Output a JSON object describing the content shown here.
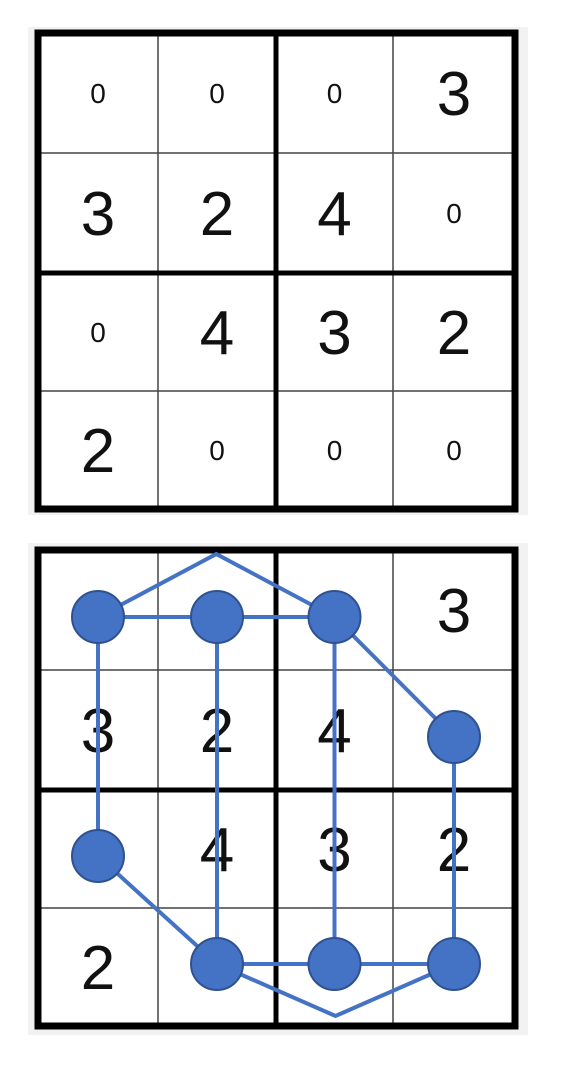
{
  "grid": {
    "size": 4,
    "cells": [
      [
        "0",
        "0",
        "0",
        "3"
      ],
      [
        "3",
        "2",
        "4",
        "0"
      ],
      [
        "0",
        "4",
        "3",
        "2"
      ],
      [
        "2",
        "0",
        "0",
        "0"
      ]
    ]
  },
  "graph_grid": {
    "cells": [
      [
        "",
        "",
        "",
        "3"
      ],
      [
        "3",
        "2",
        "4",
        ""
      ],
      [
        "",
        "4",
        "3",
        "2"
      ],
      [
        "2",
        "",
        "",
        ""
      ]
    ]
  },
  "graph": {
    "nodes": [
      {
        "id": "n1",
        "row": 0,
        "col": 0
      },
      {
        "id": "n2",
        "row": 0,
        "col": 1
      },
      {
        "id": "n3",
        "row": 0,
        "col": 2
      },
      {
        "id": "n4",
        "row": 1,
        "col": 3
      },
      {
        "id": "n5",
        "row": 2,
        "col": 0
      },
      {
        "id": "n6",
        "row": 3,
        "col": 1
      },
      {
        "id": "n7",
        "row": 3,
        "col": 2
      },
      {
        "id": "n8",
        "row": 3,
        "col": 3
      }
    ],
    "edges": [
      [
        "n1",
        "n2"
      ],
      [
        "n2",
        "n3"
      ],
      [
        "n3",
        "n4"
      ],
      [
        "n4",
        "n8"
      ],
      [
        "n1",
        "n5"
      ],
      [
        "n5",
        "n6"
      ],
      [
        "n2",
        "n6"
      ],
      [
        "n3",
        "n7"
      ],
      [
        "n6",
        "n7"
      ],
      [
        "n7",
        "n8"
      ]
    ],
    "curved_edges": [
      {
        "from": "n1",
        "to": "n3",
        "via": "top"
      },
      {
        "from": "n6",
        "to": "n8",
        "via": "bottom"
      }
    ],
    "node_color": "#4472C4",
    "node_stroke": "#2F528F",
    "edge_color": "#4472C4"
  }
}
